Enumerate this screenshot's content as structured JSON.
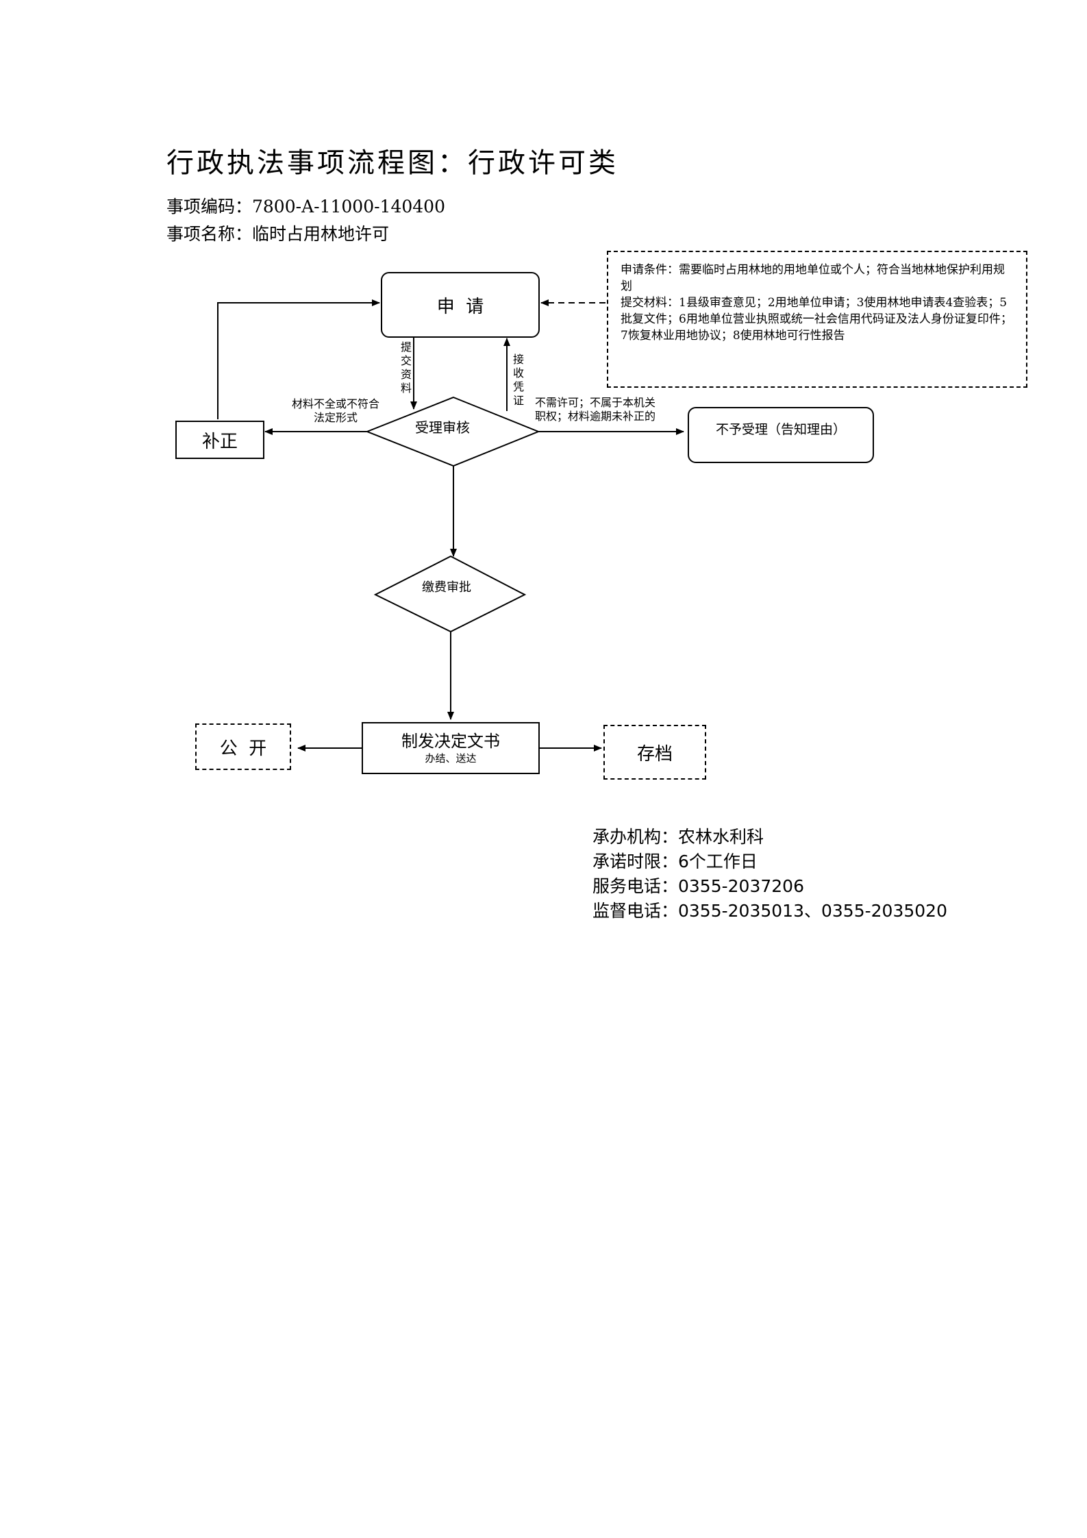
{
  "title": "行政执法事项流程图：行政许可类",
  "item_code": "事项编码：7800-A-11000-140400",
  "item_name": "事项名称：临时占用林地许可",
  "nodes": {
    "apply": "申  请",
    "review": "受理审核",
    "correct": "补正",
    "reject": "不予受理（告知理由）",
    "fee_approval": "缴费审批",
    "issue": "制发决定文书",
    "issue_sub": "办结、送达",
    "publish": "公  开",
    "archive": "存档"
  },
  "edges": {
    "submit_materials": "提交资料",
    "receive_receipt": "接收凭证",
    "incomplete_line1": "材料不全或不符合",
    "incomplete_line2": "法定形式",
    "reject_line1": "不需许可；不属于本机关",
    "reject_line2": "职权；材料逾期未补正的"
  },
  "note": {
    "conditions": "申请条件：需要临时占用林地的用地单位或个人；符合当地林地保护利用规划",
    "materials": "提交材料：1县级审查意见；2用地单位申请；3使用林地申请表4查验表；5批复文件；6用地单位营业执照或统一社会信用代码证及法人身份证复印件；7恢复林业用地协议；8使用林地可行性报告"
  },
  "footer": {
    "agency": "承办机构：农林水利科",
    "time_limit": "承诺时限：6个工作日",
    "service_phone": "服务电话：0355-2037206",
    "supervision_phone": "监督电话：0355-2035013、0355-2035020"
  }
}
